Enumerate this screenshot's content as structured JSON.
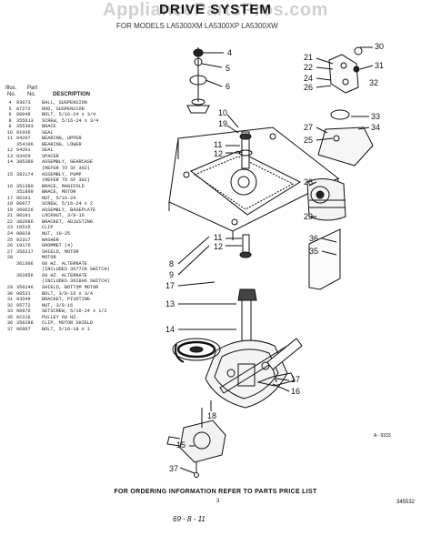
{
  "header": {
    "watermark": "AppliancePartsPros.com",
    "title": "DRIVE SYSTEM",
    "subtitle": "FOR MODELS LA5300XM  LA5300XP  LA5300XW"
  },
  "table": {
    "col_illus": "Illus.",
    "col_illus_no": "No.",
    "col_part": "Part",
    "col_part_no": "No.",
    "col_desc": "DESCRIPTION",
    "rows": [
      {
        "ill": "4",
        "part": "93073",
        "desc": "BALL, SUSPENSION"
      },
      {
        "ill": "5",
        "part": "87272",
        "desc": "ROD, SUSPENSION"
      },
      {
        "ill": "6",
        "part": "98048",
        "desc": "BOLT, 5/16-24 x 3/4"
      },
      {
        "ill": "8",
        "part": "355613",
        "desc": "SCREW, 5/16-24 x 3/4"
      },
      {
        "ill": "9",
        "part": "355303",
        "desc": "BRACE"
      },
      {
        "ill": "10",
        "part": "91936",
        "desc": "SEAL"
      },
      {
        "ill": "11",
        "part": "94207",
        "desc": "BEARING, UPPER"
      },
      {
        "ill": "",
        "part": "354196",
        "desc": "BEARING, LOWER"
      },
      {
        "ill": "12",
        "part": "94201",
        "desc": "SEAL"
      },
      {
        "ill": "13",
        "part": "93429",
        "desc": "SPACER"
      },
      {
        "ill": "14",
        "part": "385389",
        "desc": "ASSEMBLY, GEARCASE"
      },
      {
        "ill": "",
        "part": "",
        "desc": "(REFER TO SF 302)"
      },
      {
        "ill": "15",
        "part": "382174",
        "desc": "ASSEMBLY, PUMP"
      },
      {
        "ill": "",
        "part": "",
        "desc": "(REFER TO SF 302)"
      },
      {
        "ill": "16",
        "part": "351380",
        "desc": "BRACE, MANIFOLD"
      },
      {
        "ill": "",
        "part": "351899",
        "desc": "BRACE, MOTOR"
      },
      {
        "ill": "17",
        "part": "96101",
        "desc": "NUT, 5/16-24"
      },
      {
        "ill": "18",
        "part": "90877",
        "desc": "SCREW, 5/16-24 x 2"
      },
      {
        "ill": "19",
        "part": "360026",
        "desc": "ASSEMBLY, BASEPLATE"
      },
      {
        "ill": "21",
        "part": "90101",
        "desc": "LOCKNUT, 3/8-16"
      },
      {
        "ill": "22",
        "part": "382086",
        "desc": "BRACKET, ADJUSTING"
      },
      {
        "ill": "23",
        "part": "10515",
        "desc": "CLIP"
      },
      {
        "ill": "24",
        "part": "98029",
        "desc": "NUT, 10-25"
      },
      {
        "ill": "25",
        "part": "92317",
        "desc": "WASHER"
      },
      {
        "ill": "26",
        "part": "19176",
        "desc": "GROMMET (4)"
      },
      {
        "ill": "27",
        "part": "356217",
        "desc": "SHIELD, MOTOR"
      },
      {
        "ill": "28",
        "part": "",
        "desc": "MOTOR"
      },
      {
        "ill": "",
        "part": "361306",
        "desc": "60 HZ. ALTERNATE"
      },
      {
        "ill": "",
        "part": "",
        "desc": "(INCLUDES 367728 SWITCH)"
      },
      {
        "ill": "",
        "part": "362856",
        "desc": "60 HZ. ALTERNATE"
      },
      {
        "ill": "",
        "part": "",
        "desc": "(INCLUDES 362806 SWITCH)"
      },
      {
        "ill": "29",
        "part": "356246",
        "desc": "SHIELD, BOTTOM MOTOR"
      },
      {
        "ill": "30",
        "part": "98531",
        "desc": "BOLT, 3/8-16 x 3/4"
      },
      {
        "ill": "31",
        "part": "93549",
        "desc": "BRACKET, PIVOTING"
      },
      {
        "ill": "32",
        "part": "95772",
        "desc": "NUT, 3/8-16"
      },
      {
        "ill": "33",
        "part": "90876",
        "desc": "SETSCREW, 5/16-24 x 1/2"
      },
      {
        "ill": "35",
        "part": "92216",
        "desc": "PULLEY  60 HZ."
      },
      {
        "ill": "36",
        "part": "356288",
        "desc": "CLIP, MOTOR SHIELD"
      },
      {
        "ill": "37",
        "part": "96867",
        "desc": "BOLT, 5/16-18 x 1"
      }
    ]
  },
  "callouts": {
    "n4": "4",
    "n5": "5",
    "n6": "6",
    "n10": "10",
    "n19": "19",
    "n11a": "11",
    "n12a": "12",
    "n11b": "11",
    "n12b": "12",
    "n8": "8",
    "n9": "9",
    "n17a": "17",
    "n13": "13",
    "n14": "14",
    "n18": "18",
    "n15": "15",
    "n37": "37",
    "n17b": "17",
    "n16": "16",
    "n21": "21",
    "n22": "22",
    "n24": "24",
    "n26": "26",
    "n30": "30",
    "n31": "31",
    "n32": "32",
    "n33": "33",
    "n34": "34",
    "n27": "27",
    "n25": "25",
    "n28": "28",
    "n29": "29",
    "n36": "36",
    "n35": "35"
  },
  "art_number": "A - 9333",
  "footer": {
    "ordering": "FOR ORDERING INFORMATION REFER TO PARTS PRICE LIST",
    "page": "3",
    "doc_id": "345532",
    "date": "69 - 8 - 11"
  }
}
